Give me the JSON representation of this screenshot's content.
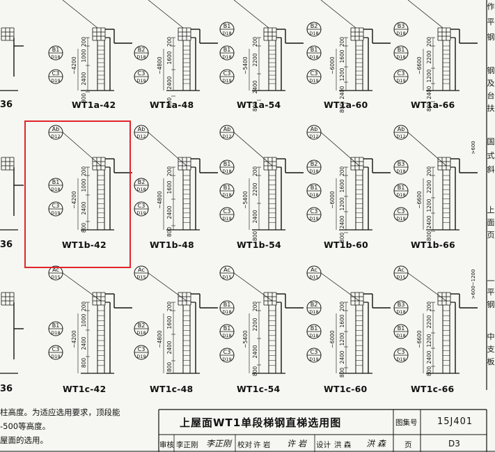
{
  "drawing": {
    "labels_top": [
      "WT1a-42",
      "WT1a-48",
      "WT1a-54",
      "WT1a-60",
      "WT1a-66"
    ],
    "labels_mid": [
      "WT1b-42",
      "WT1b-48",
      "WT1b-54",
      "WT1b-60",
      "WT1b-66"
    ],
    "labels_bot": [
      "WT1c-42",
      "WT1c-48",
      "WT1c-54",
      "WT1c-60",
      "WT1c-66"
    ],
    "left_cut_label": "36",
    "bubbles": {
      "row_a": [
        [
          "B1",
          "D18"
        ],
        [
          "C3",
          "D19"
        ]
      ],
      "row_a2": [
        [
          "B2",
          "D18"
        ],
        [
          "C3",
          "D19"
        ]
      ],
      "row_a3": [
        [
          "B1",
          "D18"
        ],
        [
          "B1",
          "D18"
        ],
        [
          "C3",
          "D19"
        ]
      ],
      "row_a4": [
        [
          "B2",
          "D18"
        ],
        [
          "B1",
          "D18"
        ],
        [
          "C3",
          "D19"
        ]
      ],
      "row_a5": [
        [
          "B3",
          "D18"
        ],
        [
          "B1",
          "D18"
        ],
        [
          "C3",
          "D19"
        ]
      ],
      "top_ab": [
        "Ab",
        "D12"
      ],
      "top_ac": [
        "Ac",
        "D15"
      ]
    },
    "dims": {
      "h42": "~4200",
      "h48": "~4800",
      "h54": "~5400",
      "h60": "~6000",
      "h66": "~6600",
      "d200": "200",
      "d800": "800",
      "d1000": "1000",
      "d1200": "1200",
      "d1600": "1600",
      "d2200": "2200",
      "d2400": "2400",
      "top_extra": ">600~1200",
      "top_extra2": ">600"
    }
  },
  "notes": {
    "line1": "柱高度。为适应选用要求，顶段能",
    "line2": "-500等高度。",
    "line3": "屋面的选用。"
  },
  "side_notes": {
    "a1": "作",
    "a2": "平",
    "a3": "钢",
    "b1": "钢",
    "b2": "及",
    "b3": "台",
    "b4": "扶",
    "c1": "国",
    "c2": "式",
    "c3": "斜",
    "d1": "上",
    "d2": "面",
    "d3": "页",
    "e1": "一",
    "e2": "平",
    "e3": "钢",
    "f1": "中",
    "f2": "支",
    "f3": "板"
  },
  "title_block": {
    "title": "上屋面WT1单段梯钢直梯选用图",
    "atlas_label": "图集号",
    "atlas_no": "15J401",
    "page_label": "页",
    "page_no": "D3",
    "review_label": "审核",
    "reviewer": "李正刚",
    "check_label": "校对",
    "checker": "许 岩",
    "design_label": "设计",
    "designer": "洪 森"
  }
}
